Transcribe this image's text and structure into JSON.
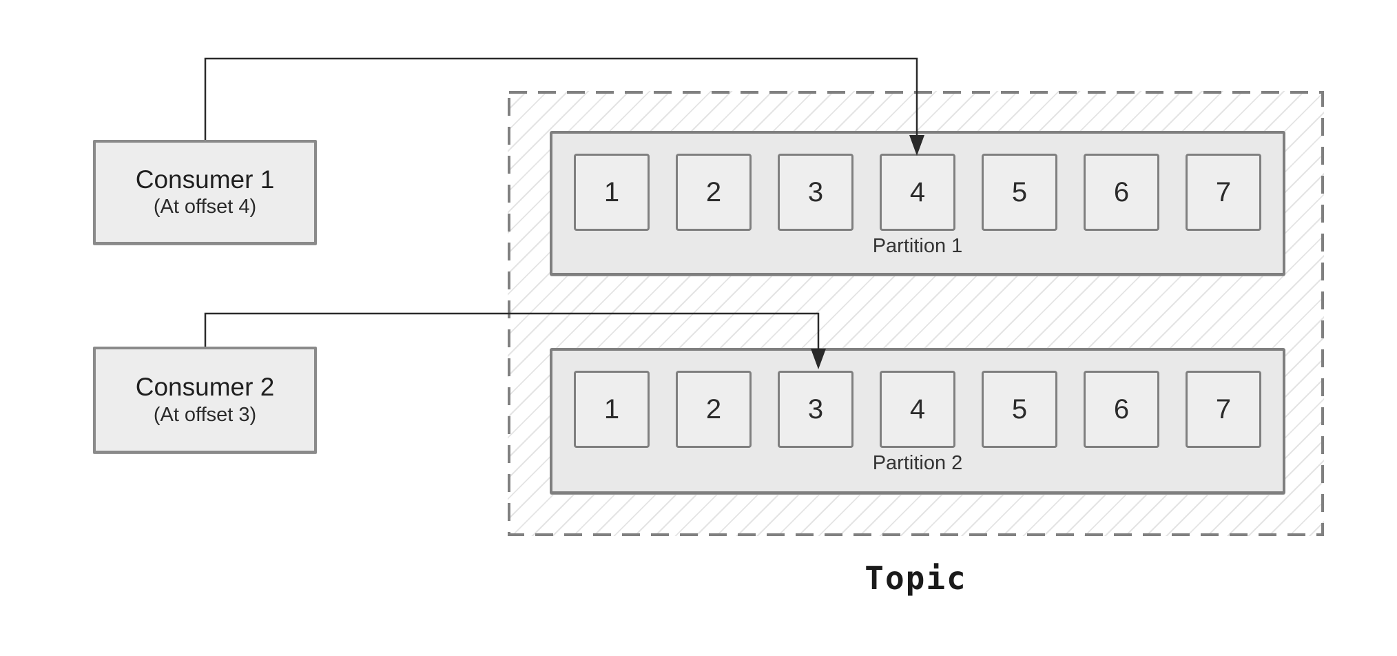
{
  "diagram": {
    "consumers": [
      {
        "name": "Consumer 1",
        "offset_label": "(At offset 4)"
      },
      {
        "name": "Consumer 2",
        "offset_label": "(At offset 3)"
      }
    ],
    "topic": {
      "label": "Topic",
      "partitions": [
        {
          "label": "Partition 1",
          "cells": [
            "1",
            "2",
            "3",
            "4",
            "5",
            "6",
            "7"
          ]
        },
        {
          "label": "Partition 2",
          "cells": [
            "1",
            "2",
            "3",
            "4",
            "5",
            "6",
            "7"
          ]
        }
      ]
    },
    "arrows": [
      {
        "from": "Consumer 1",
        "to_partition": "Partition 1",
        "to_cell": "4"
      },
      {
        "from": "Consumer 2",
        "to_partition": "Partition 2",
        "to_cell": "3"
      }
    ],
    "colors": {
      "line": "#2a2a2a",
      "dashed_border": "#808080",
      "consumer_fill": "#ededed",
      "consumer_border": "#8a8a8a",
      "partition_fill": "#e9e9e9",
      "partition_border": "#7f7f7f",
      "cell_fill": "#eeeeee",
      "cell_border": "#7f7f7f",
      "hatch_line": "#e4e4e4",
      "text": "#1f1f1f"
    }
  }
}
